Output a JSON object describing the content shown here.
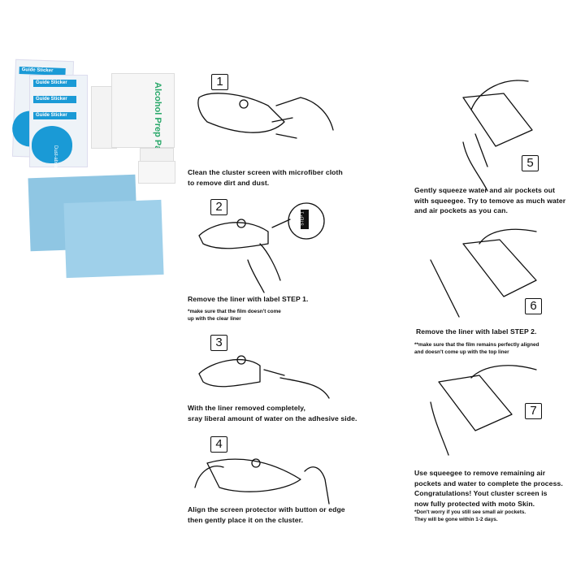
{
  "kit": {
    "guide_sticker_label": "Guide Sticker",
    "dust_absorber_label": "Dust-absorber",
    "alcohol_pad_label": "Alcohol Prep Pad",
    "colors": {
      "sticker_blue": "#1a9ad6",
      "cloth_blue": "#8fc6e3",
      "pad_green": "#2aa86a"
    }
  },
  "steps": [
    {
      "number": "1",
      "lines": [
        "Clean the cluster screen with microfiber cloth",
        "to remove dirt and dust."
      ]
    },
    {
      "number": "2",
      "lines": [
        "Remove the liner with label STEP 1."
      ],
      "note": [
        "*make  sure that the film doesn't come",
        "up with the clear liner"
      ],
      "tag": "STEP 1"
    },
    {
      "number": "3",
      "lines": [
        "With the liner removed completely,",
        "sray liberal amount of water on the adhesive side."
      ]
    },
    {
      "number": "4",
      "lines": [
        "Align the screen protector with button or edge",
        "then gently place it on the cluster."
      ]
    },
    {
      "number": "5",
      "lines": [
        "Gently squeeze water and air pockets out",
        "with squeegee. Try to temove as much water",
        "and air pockets as you can."
      ]
    },
    {
      "number": "6",
      "lines": [
        "Remove the liner with label STEP 2."
      ],
      "note": [
        "**make  sure that the film remains perfectly aligned",
        "and doesn't come up with the top liner"
      ]
    },
    {
      "number": "7",
      "lines": [
        "Use squeegee to remove remaining air",
        "pockets and water to complete the process.",
        "Congratulations! Yout cluster screen is",
        "now fully protected with moto Skin."
      ],
      "note": [
        "*Don't worry if you still see small air pockets.",
        "They will be gone within 1-2 days."
      ]
    }
  ]
}
